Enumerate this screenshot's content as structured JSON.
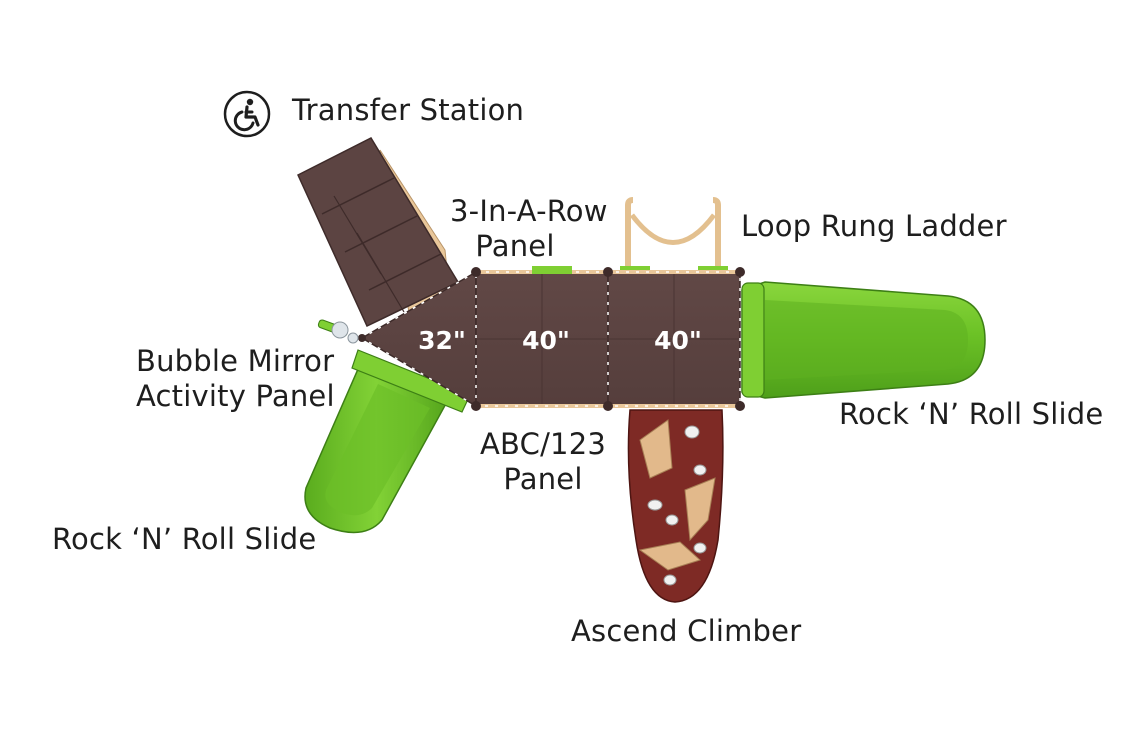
{
  "diagram": {
    "deck_sizes": [
      "32\"",
      "40\"",
      "40\""
    ],
    "colors": {
      "deck": "#5c4442",
      "slide_green": "#6fc52a",
      "post_tan": "#e9c79a",
      "climber": "#7e2a25",
      "label_text": "#1e1e1e"
    },
    "labels": {
      "transfer_station": "Transfer Station",
      "three_in_a_row_line1": "3-In-A-Row",
      "three_in_a_row_line2": "Panel",
      "loop_rung_ladder": "Loop Rung Ladder",
      "bubble_mirror_line1": "Bubble Mirror",
      "bubble_mirror_line2": "Activity Panel",
      "abc_panel_line1": "ABC/123",
      "abc_panel_line2": "Panel",
      "rock_n_roll_right": "Rock ‘N’ Roll Slide",
      "rock_n_roll_left": "Rock ‘N’ Roll Slide",
      "ascend_climber": "Ascend Climber"
    },
    "icons": {
      "accessibility": "wheelchair-icon"
    }
  }
}
